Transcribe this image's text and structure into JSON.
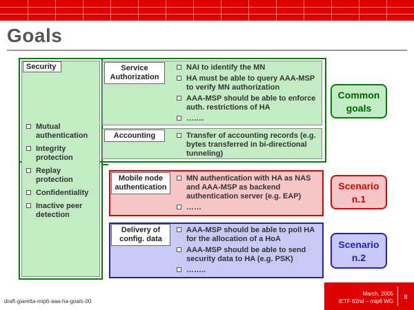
{
  "slide": {
    "title": "Goals",
    "footer_left": "draft-giaretta-mip6-aaa-ha-goals-00",
    "footer_date": "March, 2005",
    "footer_event": "IETF 62nd – mip6 WG",
    "page_number": "8"
  },
  "security": {
    "label": "Security",
    "items": [
      "Mutual authentication",
      "Integrity protection",
      "Replay protection",
      "Confidentiality",
      "Inactive peer detection"
    ]
  },
  "service_authorization": {
    "label": "Service Authorization",
    "items": [
      "NAI to identify the MN",
      "HA must be able to query AAA-MSP to verify MN authorization",
      "AAA-MSP should be able to enforce auth. restrictions of HA",
      "……."
    ]
  },
  "accounting": {
    "label": "Accounting",
    "items": [
      "Transfer of accounting records (e.g. bytes transferred in bi-directional tunneling)"
    ]
  },
  "mobile_node_auth": {
    "label": "Mobile node authentication",
    "items": [
      "MN authentication with HA as NAS and AAA-MSP as backend authentication server (e.g. EAP)",
      "……"
    ]
  },
  "delivery_config": {
    "label": "Delivery of config. data",
    "items": [
      "AAA-MSP should be able to poll HA for the allocation of a HoA",
      "AAA-MSP should be able to send security data to HA (e.g. PSK)",
      "…….."
    ]
  },
  "tags": {
    "common": "Common goals",
    "scenario1": "Scenario n.1",
    "scenario2": "Scenario n.2"
  },
  "colors": {
    "red_bar": "#e00000",
    "green_border": "#008000",
    "green_fill": "#c4ecc4",
    "pink_fill": "#f7c7c7",
    "red_border": "#e00000",
    "lavender_fill": "#c9c9f5",
    "blue_border": "#2020c0"
  }
}
